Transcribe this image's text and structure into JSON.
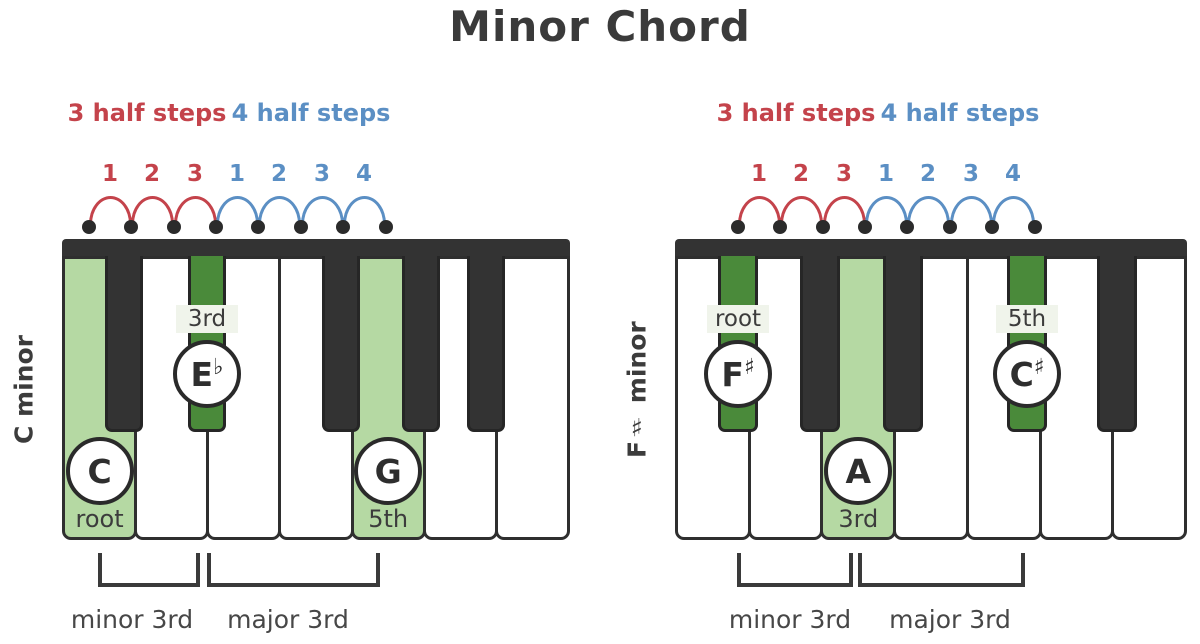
{
  "title": "Minor Chord",
  "colors": {
    "red": "#c4434b",
    "blue": "#5b8fc4",
    "light_green": "#b5d9a3",
    "dark_green": "#4a8a3a",
    "key_dark": "#333333",
    "text_dark": "#3c3c3c"
  },
  "diagrams": [
    {
      "side_label": "C minor",
      "steps": {
        "red_label": "3 half steps",
        "blue_label": "4 half steps",
        "red_numbers": [
          "1",
          "2",
          "3"
        ],
        "blue_numbers": [
          "1",
          "2",
          "3",
          "4"
        ]
      },
      "notes": [
        {
          "letter": "C",
          "accidental": "",
          "interval": "root"
        },
        {
          "letter": "E",
          "accidental": "♭",
          "interval": "3rd"
        },
        {
          "letter": "G",
          "accidental": "",
          "interval": "5th"
        }
      ],
      "brackets": [
        {
          "label": "minor 3rd"
        },
        {
          "label": "major 3rd"
        }
      ]
    },
    {
      "side_label": "F♯ minor",
      "steps": {
        "red_label": "3 half steps",
        "blue_label": "4 half steps",
        "red_numbers": [
          "1",
          "2",
          "3"
        ],
        "blue_numbers": [
          "1",
          "2",
          "3",
          "4"
        ]
      },
      "notes": [
        {
          "letter": "F",
          "accidental": "♯",
          "interval": "root"
        },
        {
          "letter": "A",
          "accidental": "",
          "interval": "3rd"
        },
        {
          "letter": "C",
          "accidental": "♯",
          "interval": "5th"
        }
      ],
      "brackets": [
        {
          "label": "minor 3rd"
        },
        {
          "label": "major 3rd"
        }
      ]
    }
  ]
}
